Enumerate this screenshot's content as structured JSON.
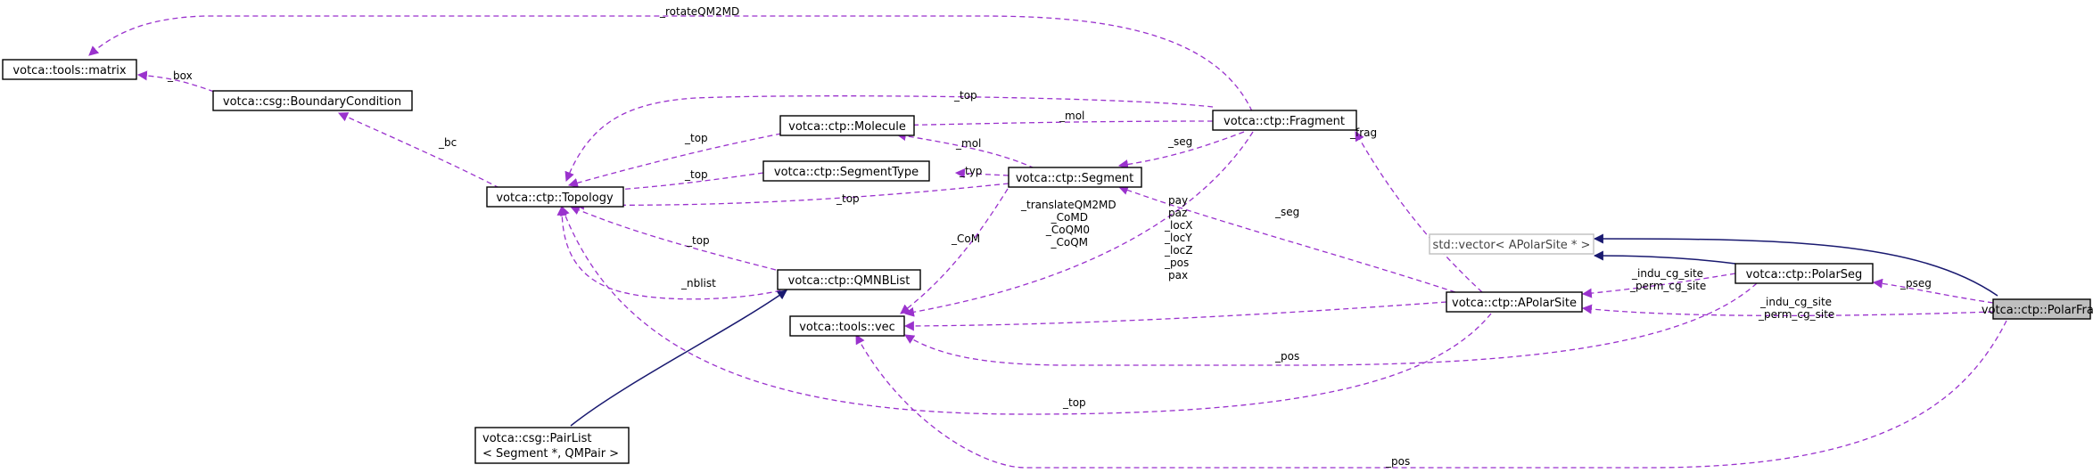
{
  "nodes": {
    "tools_matrix": {
      "label": "votca::tools::matrix"
    },
    "boundary_condition": {
      "label": "votca::csg::BoundaryCondition"
    },
    "topology": {
      "label": "votca::ctp::Topology"
    },
    "molecule": {
      "label": "votca::ctp::Molecule"
    },
    "segment_type": {
      "label": "votca::ctp::SegmentType"
    },
    "segment": {
      "label": "votca::ctp::Segment"
    },
    "fragment": {
      "label": "votca::ctp::Fragment"
    },
    "qmnblist": {
      "label": "votca::ctp::QMNBList"
    },
    "tools_vec": {
      "label": "votca::tools::vec"
    },
    "pairlist": {
      "line1": "votca::csg::PairList",
      "line2": "< Segment *, QMPair >"
    },
    "std_vector": {
      "label": "std::vector< APolarSite * >"
    },
    "apolarsite": {
      "label": "votca::ctp::APolarSite"
    },
    "polarseg": {
      "label": "votca::ctp::PolarSeg"
    },
    "polarfrag": {
      "label": "votca::ctp::PolarFrag"
    }
  },
  "edge_labels": {
    "rotateQM2MD": "_rotateQM2MD",
    "box": "_box",
    "bc": "_bc",
    "top_fragment": "_top",
    "mol_fragment": "_mol",
    "top_molecule": "_top",
    "seg_fragment": "_seg",
    "frag_apolarsite": "_frag",
    "mol_segment": "_mol",
    "top_segmenttype": "_top",
    "typ": "_typ",
    "top_segment": "_top",
    "seg_apolarsite": "_seg",
    "com_segment": "_CoM",
    "segment_vec_list": [
      "_translateQM2MD",
      "_CoMD",
      "_CoQM0",
      "_CoQM"
    ],
    "fragment_vec_list": [
      "pay",
      "paz",
      "_locX",
      "_locY",
      "_locZ",
      "_pos",
      "pax"
    ],
    "top_qmnblist": "_top",
    "nblist": "_nblist",
    "apolarsite_polarseg": [
      "_indu_cg_site",
      "_perm_cg_site"
    ],
    "pseg": "_pseg",
    "apolarsite_polarfrag": [
      "_indu_cg_site",
      "_perm_cg_site"
    ],
    "pos_polarseg": "_pos",
    "top_apolarsite": "_top",
    "pos_polarfrag": "_pos"
  },
  "colors": {
    "usage_edge": "#9a32cd",
    "inheritance_edge": "#191970",
    "focus_fill": "#bfbfbf",
    "template_border": "#bfbfbf"
  }
}
